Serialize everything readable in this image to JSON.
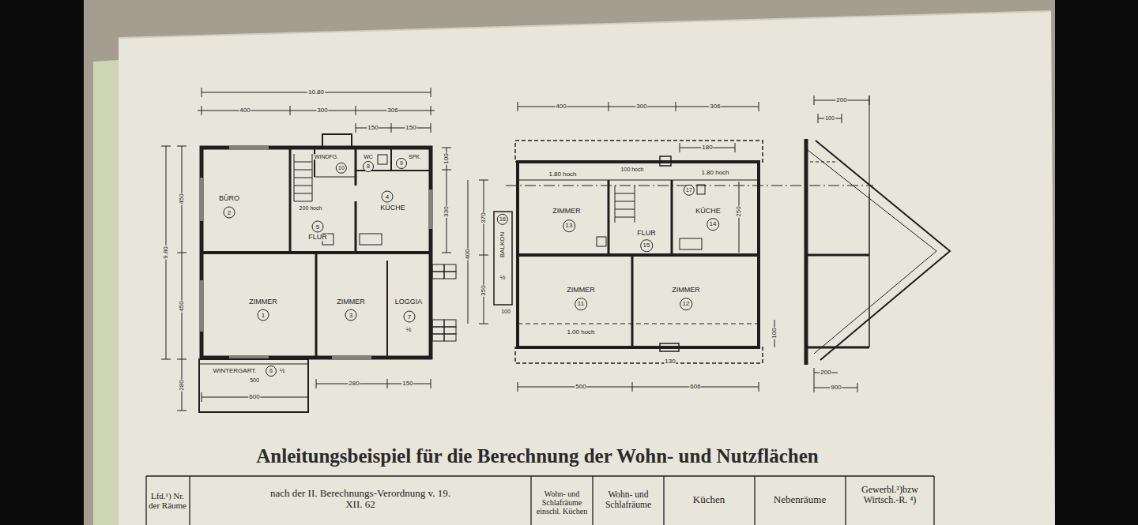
{
  "diagram": {
    "title": "Anleitungsbeispiel für die Berechnung der Wohn- und Nutzflächen",
    "labels": [
      "10.80",
      "400",
      "300",
      "306",
      "150",
      "150",
      "9.80",
      "450",
      "450",
      "280",
      "100",
      "330",
      "BÜRO",
      "2",
      "WINDFG.",
      "10",
      "WC",
      "8",
      "SPK.",
      "9",
      "KÜCHE",
      "4",
      "200 hoch",
      "5",
      "FLUR",
      "ZIMMER",
      "1",
      "ZIMMER",
      "3",
      "LOGGIA",
      "7",
      "½",
      "WINTERGART.",
      "6",
      "½",
      "500",
      "600",
      "280",
      "150",
      "400",
      "300",
      "306",
      "180",
      "1.80 hoch",
      "100 hoch",
      "1.80 hoch",
      "ZIMMER",
      "13",
      "FLUR",
      "15",
      "KÜCHE",
      "14",
      "17",
      "ZIMMER",
      "11",
      "ZIMMER",
      "12",
      "1.00 hoch",
      "130",
      "500",
      "606",
      "370",
      "400",
      "350",
      "100",
      "BALKON",
      "16",
      "½",
      "250",
      "100",
      "200",
      "100",
      "200",
      "900",
      "Lfd.¹) Nr. der Räume",
      "nach der II. Berechnungs-Verordnung v. 19. XII. 62",
      "Wohn- und Schlafräume einschl. Küchen",
      "Wohn- und Schlafräume",
      "Küchen",
      "Nebenräume",
      "Gewerbl.³)bzw Wirtsch.-R. ⁴)"
    ]
  }
}
